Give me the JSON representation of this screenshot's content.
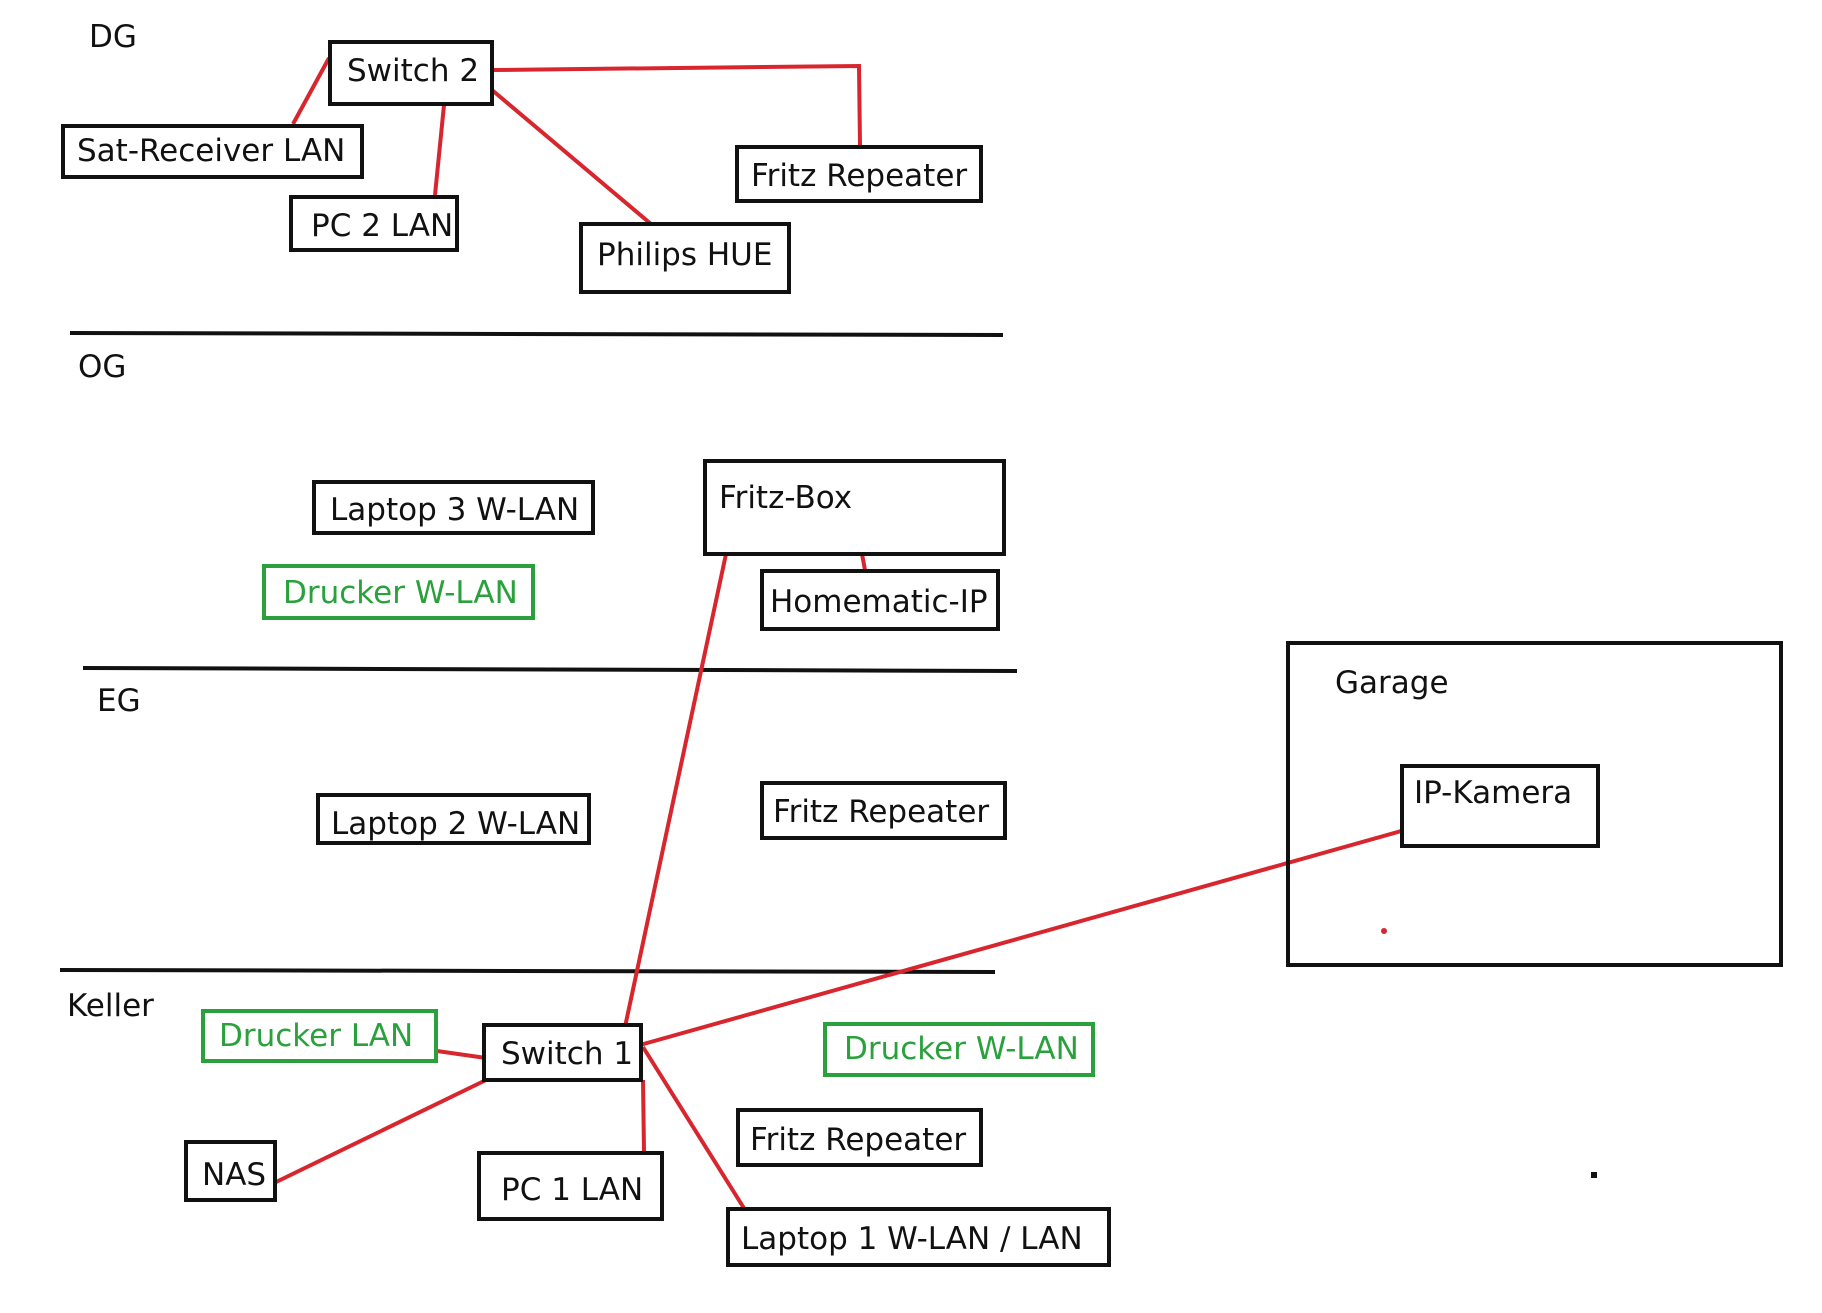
{
  "colors": {
    "wire": "#d7262e",
    "box_border": "#111111",
    "wireless_print": "#2aa13c"
  },
  "floors": {
    "dg": "DG",
    "og": "OG",
    "eg": "EG",
    "keller": "Keller"
  },
  "garage": {
    "label": "Garage"
  },
  "devices": {
    "switch2": "Switch 2",
    "sat_receiver": "Sat-Receiver LAN",
    "pc2": "PC 2 LAN",
    "philips_hue": "Philips HUE",
    "fritz_repeater_dg": "Fritz Repeater",
    "laptop3": "Laptop 3 W-LAN",
    "drucker_wlan_og": "Drucker W-LAN",
    "fritz_box": "Fritz-Box",
    "homematic": "Homematic-IP",
    "laptop2": "Laptop 2 W-LAN",
    "fritz_repeater_eg": "Fritz Repeater",
    "ip_kamera": "IP-Kamera",
    "drucker_lan": "Drucker LAN",
    "switch1": "Switch 1",
    "drucker_wlan_keller": "Drucker W-LAN",
    "nas": "NAS",
    "pc1": "PC 1 LAN",
    "fritz_repeater_keller": "Fritz Repeater",
    "laptop1": "Laptop 1 W-LAN / LAN"
  }
}
